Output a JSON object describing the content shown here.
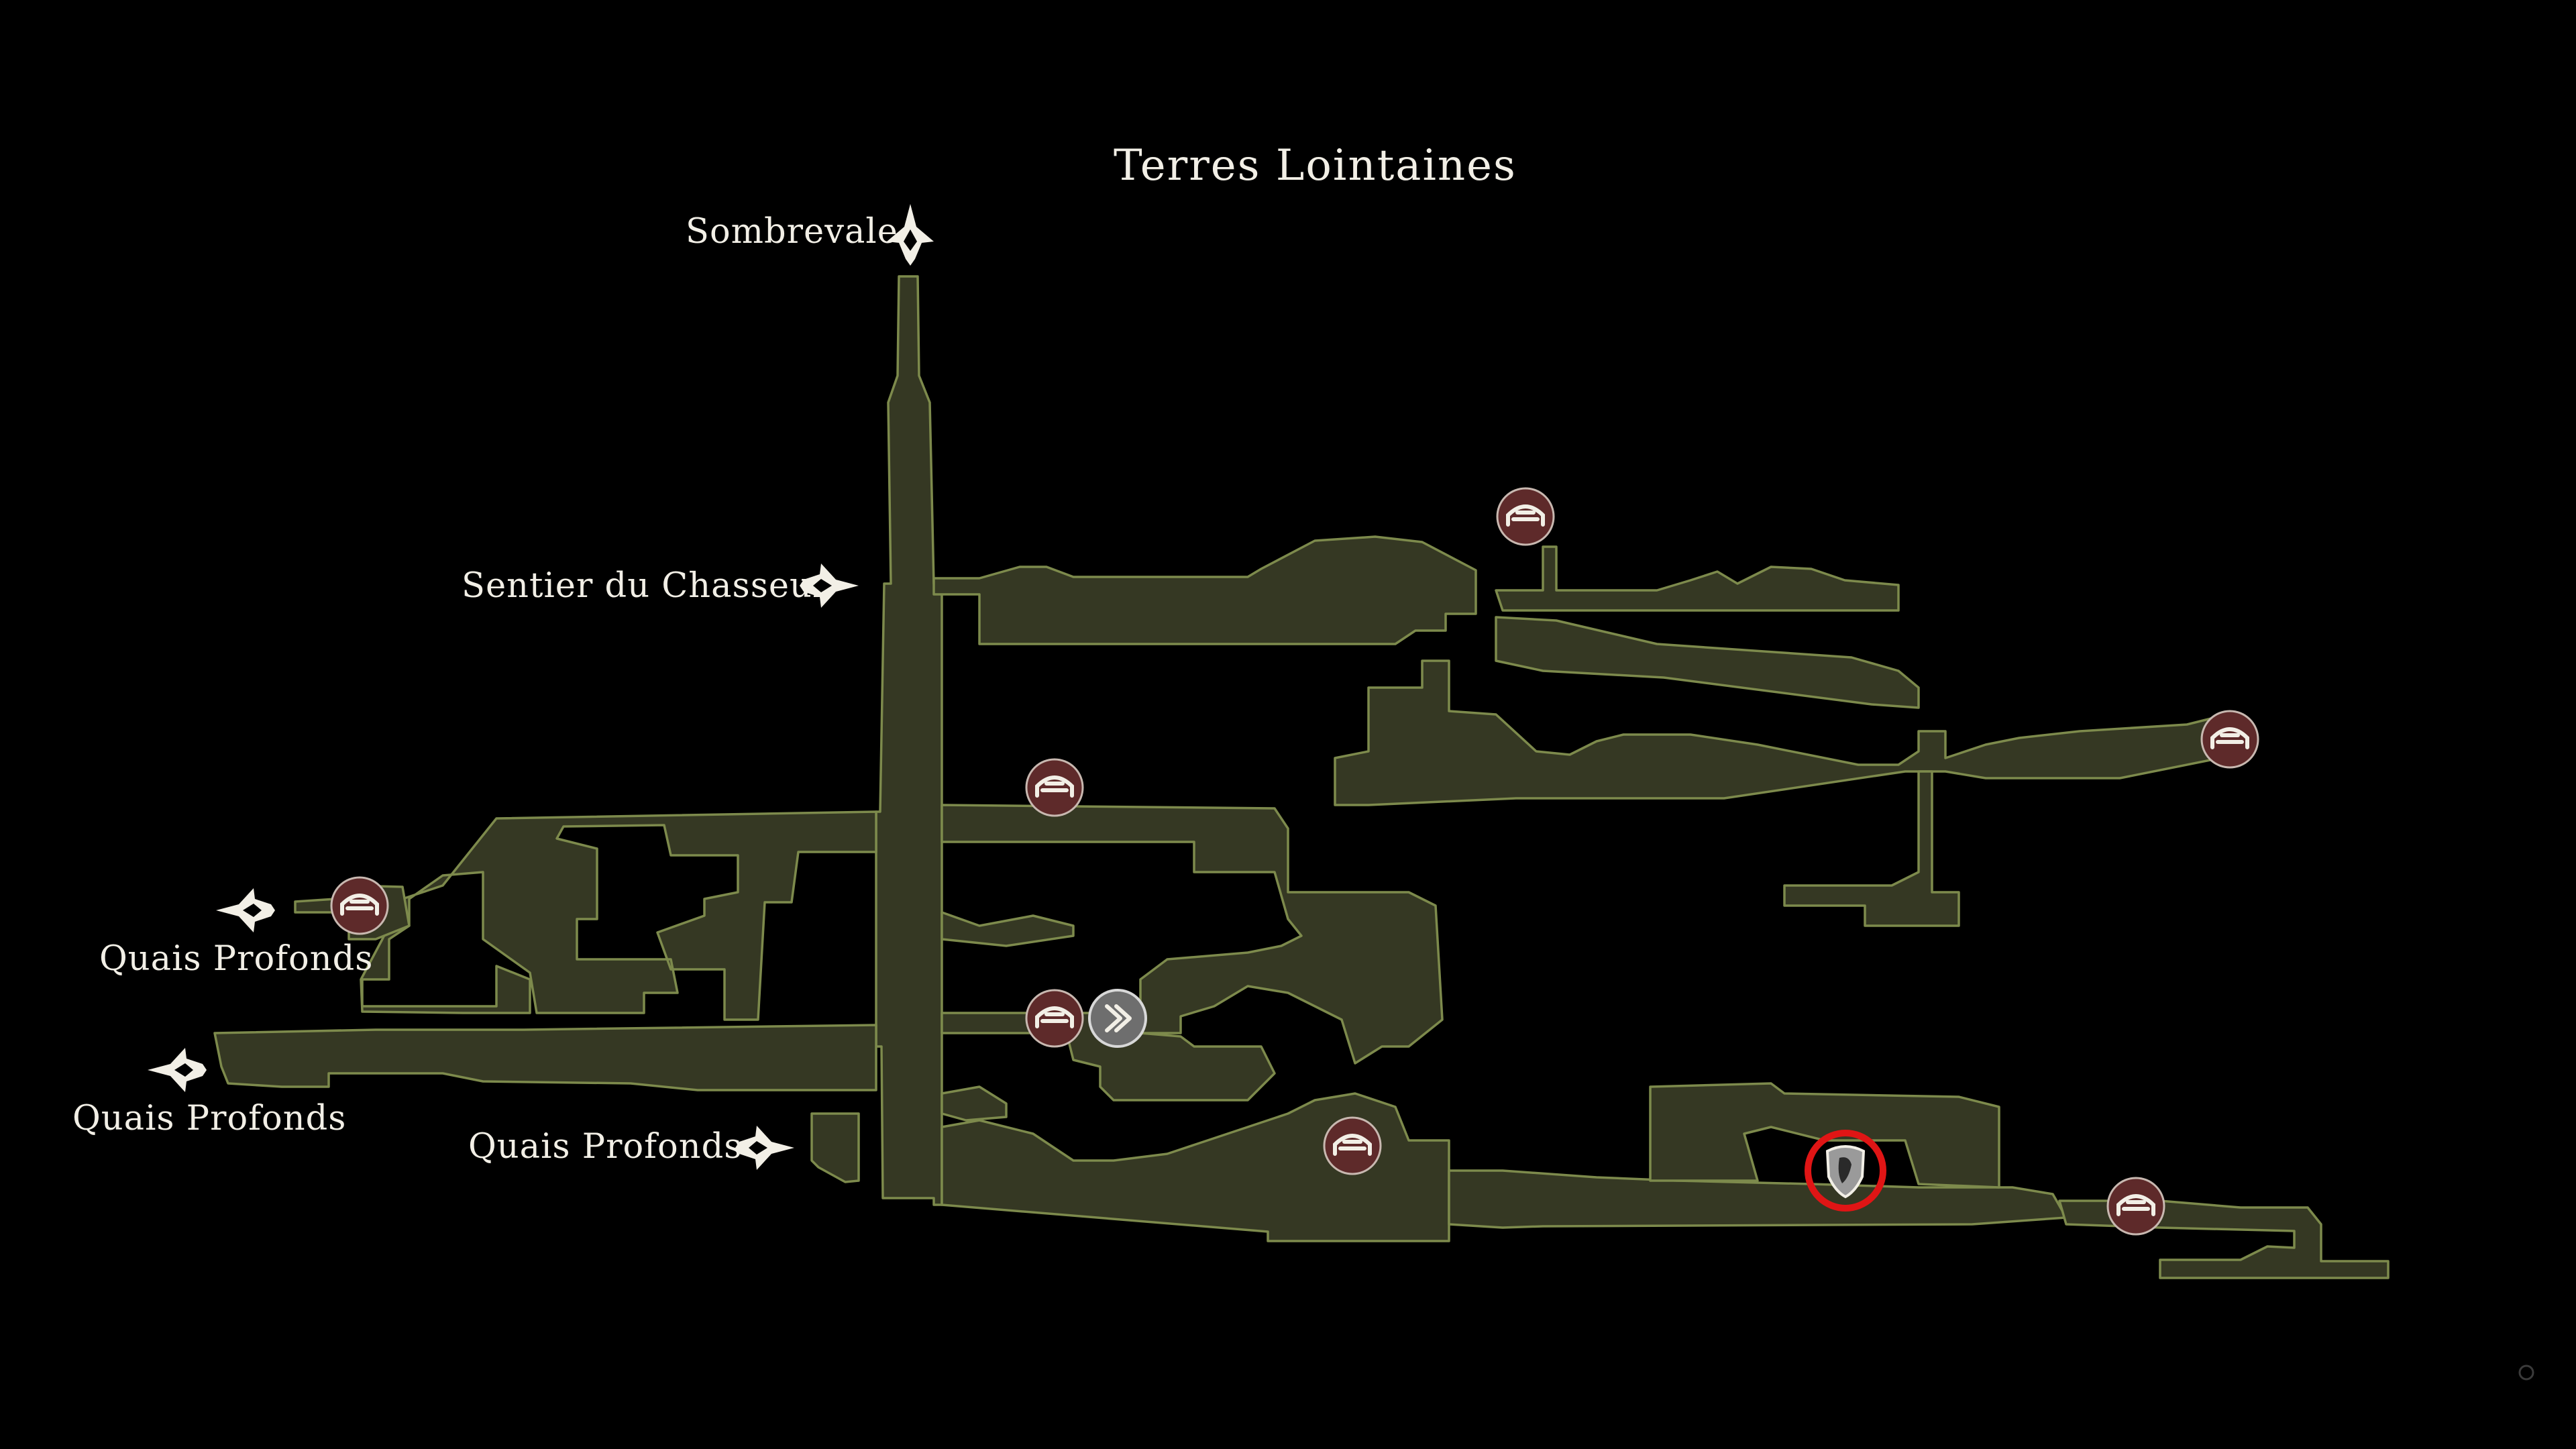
{
  "map": {
    "title": "Terres Lointaines",
    "colors": {
      "background": "#000000",
      "room_fill": "#353823",
      "room_outline": "#7d8a4c",
      "label_text": "#f2efe6",
      "bench_marker": "#5e2a2a",
      "highlight_ring": "#e01515"
    },
    "exits": [
      {
        "label": "Sombrevale",
        "direction": "up",
        "icon": "exit-arrow-up-icon"
      },
      {
        "label": "Sentier du Chasseur",
        "direction": "right",
        "icon": "exit-arrow-right-icon"
      },
      {
        "label": "Quais Profonds",
        "direction": "left",
        "icon": "exit-arrow-left-icon"
      },
      {
        "label": "Quais Profonds",
        "direction": "left",
        "icon": "exit-arrow-left-icon"
      },
      {
        "label": "Quais Profonds",
        "direction": "right",
        "icon": "exit-arrow-right-icon"
      }
    ],
    "markers": [
      {
        "type": "bench",
        "icon": "bench-icon"
      },
      {
        "type": "bench",
        "icon": "bench-icon"
      },
      {
        "type": "bench",
        "icon": "bench-icon"
      },
      {
        "type": "bench",
        "icon": "bench-icon"
      },
      {
        "type": "bench",
        "icon": "bench-icon"
      },
      {
        "type": "bench",
        "icon": "bench-icon"
      },
      {
        "type": "bench",
        "icon": "bench-icon"
      },
      {
        "type": "fast-travel",
        "icon": "fast-travel-icon"
      },
      {
        "type": "highlighted-item",
        "icon": "crest-shield-icon"
      }
    ]
  }
}
